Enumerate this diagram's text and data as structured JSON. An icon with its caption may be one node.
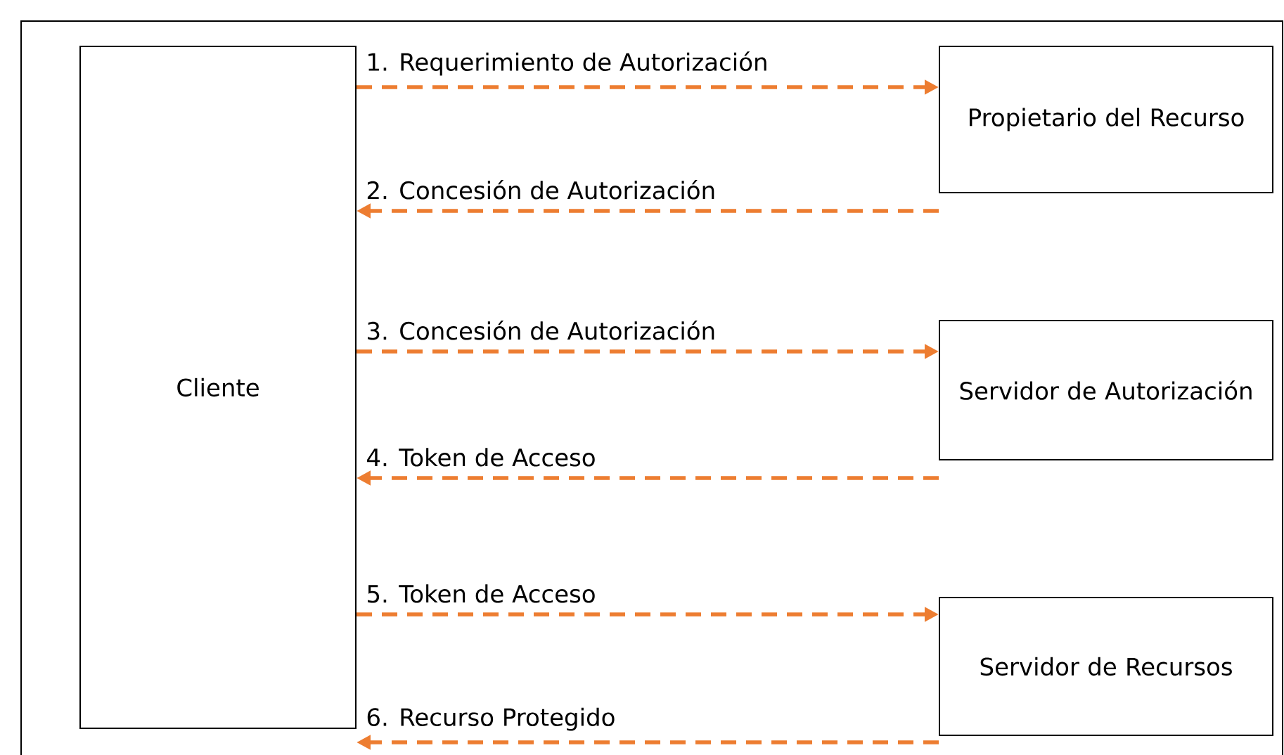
{
  "diagram": {
    "nodes": [
      {
        "text": [
          "Cliente"
        ]
      },
      {
        "text": [
          "Propietario del Recurso"
        ]
      },
      {
        "text": [
          "Servidor de Autorización"
        ]
      },
      {
        "text": [
          "Servidor de Recursos"
        ]
      }
    ],
    "edges": [
      {
        "from": 0,
        "to": 1,
        "arrow": "to",
        "label": "1. Requerimiento de Autorización",
        "style": "dashed"
      },
      {
        "from": 1,
        "to": 0,
        "arrow": "to",
        "label": "2. Concesión de Autorización",
        "style": "dashed"
      },
      {
        "from": 0,
        "to": 2,
        "arrow": "to",
        "label": "3. Concesión de Autorización",
        "style": "dashed"
      },
      {
        "from": 2,
        "to": 0,
        "arrow": "to",
        "label": "4. Token de Acceso",
        "style": "dashed"
      },
      {
        "from": 0,
        "to": 3,
        "arrow": "to",
        "label": "5. Token de Acceso",
        "style": "dashed"
      },
      {
        "from": 3,
        "to": 0,
        "arrow": "to",
        "label": "6. Recurso Protegido",
        "style": "dashed"
      }
    ]
  }
}
